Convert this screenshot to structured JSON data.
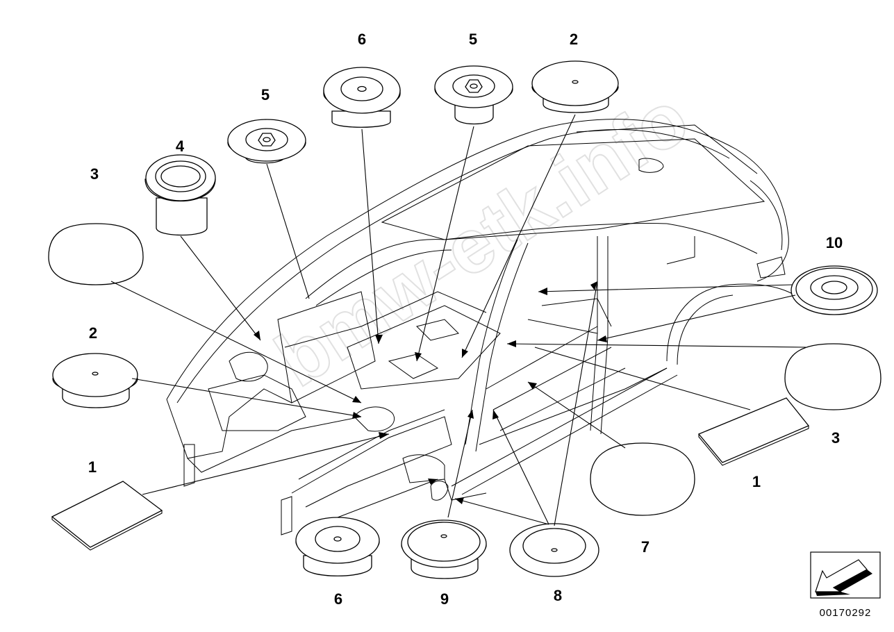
{
  "watermark": "bmw-etk.info",
  "document_number": "00170292",
  "callouts": {
    "c6_top": "6",
    "c5_top": "5",
    "c2_top": "2",
    "c5_left": "5",
    "c4": "4",
    "c3_left": "3",
    "c10": "10",
    "c2_left": "2",
    "c3_right": "3",
    "c1_right": "1",
    "c1_left": "1",
    "c7": "7",
    "c6_bottom": "6",
    "c9": "9",
    "c8": "8"
  },
  "icons": {
    "nav_arrow": "arrow-down-left-icon"
  }
}
